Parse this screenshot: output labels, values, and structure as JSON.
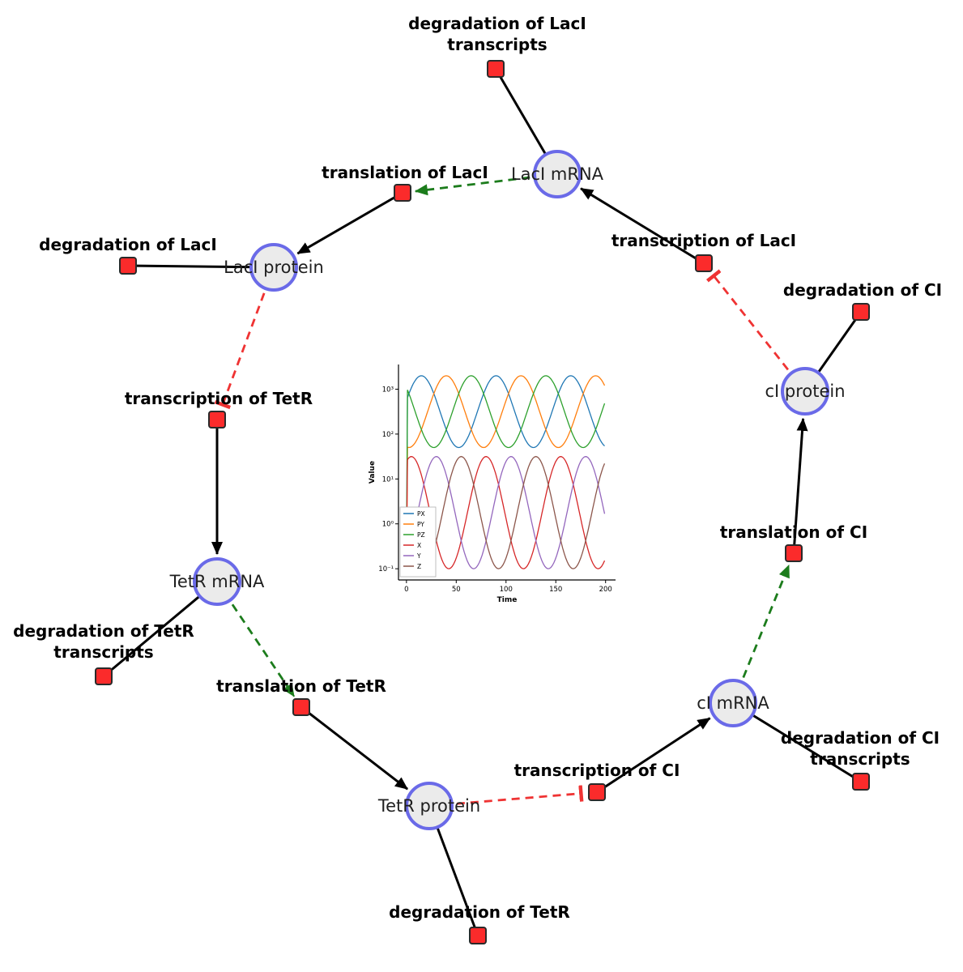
{
  "network": {
    "species_nodes": [
      {
        "id": "laci_mrna",
        "label": "LacI mRNA"
      },
      {
        "id": "laci_protein",
        "label": "LacI protein"
      },
      {
        "id": "ci_protein",
        "label": "cI protein"
      },
      {
        "id": "tetr_mrna",
        "label": "TetR mRNA"
      },
      {
        "id": "ci_mrna",
        "label": "cI mRNA"
      },
      {
        "id": "tetr_protein",
        "label": "TetR protein"
      }
    ],
    "reaction_nodes": [
      {
        "id": "deg_laci_tx",
        "label": "degradation of LacI transcripts"
      },
      {
        "id": "transl_laci",
        "label": "translation of LacI"
      },
      {
        "id": "txn_laci",
        "label": "transcription of LacI"
      },
      {
        "id": "deg_laci",
        "label": "degradation of LacI"
      },
      {
        "id": "deg_ci",
        "label": "degradation of CI"
      },
      {
        "id": "txn_tetr",
        "label": "transcription of TetR"
      },
      {
        "id": "transl_ci",
        "label": "translation of CI"
      },
      {
        "id": "deg_tetr_tx",
        "label": "degradation of TetR transcripts"
      },
      {
        "id": "transl_tetr",
        "label": "translation of TetR"
      },
      {
        "id": "deg_ci_tx",
        "label": "degradation of CI transcripts"
      },
      {
        "id": "txn_ci",
        "label": "transcription of CI"
      },
      {
        "id": "deg_tetr",
        "label": "degradation of TetR"
      }
    ],
    "edges": [
      {
        "from": "laci_mrna",
        "to": "deg_laci_tx",
        "type": "reactant"
      },
      {
        "from": "txn_laci",
        "to": "laci_mrna",
        "type": "product"
      },
      {
        "from": "laci_mrna",
        "to": "transl_laci",
        "type": "modifier"
      },
      {
        "from": "transl_laci",
        "to": "laci_protein",
        "type": "product"
      },
      {
        "from": "laci_protein",
        "to": "deg_laci",
        "type": "reactant"
      },
      {
        "from": "laci_protein",
        "to": "txn_tetr",
        "type": "inhibition"
      },
      {
        "from": "txn_tetr",
        "to": "tetr_mrna",
        "type": "product"
      },
      {
        "from": "tetr_mrna",
        "to": "deg_tetr_tx",
        "type": "reactant"
      },
      {
        "from": "tetr_mrna",
        "to": "transl_tetr",
        "type": "modifier"
      },
      {
        "from": "transl_tetr",
        "to": "tetr_protein",
        "type": "product"
      },
      {
        "from": "tetr_protein",
        "to": "deg_tetr",
        "type": "reactant"
      },
      {
        "from": "tetr_protein",
        "to": "txn_ci",
        "type": "inhibition"
      },
      {
        "from": "txn_ci",
        "to": "ci_mrna",
        "type": "product"
      },
      {
        "from": "ci_mrna",
        "to": "deg_ci_tx",
        "type": "reactant"
      },
      {
        "from": "ci_mrna",
        "to": "transl_ci",
        "type": "modifier"
      },
      {
        "from": "transl_ci",
        "to": "ci_protein",
        "type": "product"
      },
      {
        "from": "ci_protein",
        "to": "deg_ci",
        "type": "reactant"
      },
      {
        "from": "ci_protein",
        "to": "txn_laci",
        "type": "inhibition"
      }
    ],
    "colors": {
      "species_fill": "#ebebeb",
      "species_stroke": "#6a6ae8",
      "reaction_fill": "#fb2b2b",
      "reaction_stroke": "#2a2a2a",
      "product_edge": "#000000",
      "modifier_edge": "#1c7c1c",
      "inhibition_edge": "#ef3333"
    }
  },
  "chart_data": {
    "type": "line",
    "title": "",
    "xlabel": "Time",
    "ylabel": "Value",
    "yscale": "log",
    "xlim": [
      -8,
      210
    ],
    "t_range": [
      0,
      200
    ],
    "x_ticks": [
      0,
      50,
      100,
      150,
      200
    ],
    "y_ticks": [
      {
        "value": -1,
        "label": "10⁻¹"
      },
      {
        "value": 0,
        "label": "10⁰"
      },
      {
        "value": 1,
        "label": "10¹"
      },
      {
        "value": 2,
        "label": "10²"
      },
      {
        "value": 3,
        "label": "10³"
      }
    ],
    "ylim_log": [
      -1.25,
      3.55
    ],
    "legend_position": "center-left",
    "series": [
      {
        "name": "PX",
        "color": "#1f77b4",
        "log_center": 2.5,
        "log_amplitude": 0.8,
        "period": 75,
        "peak_time": 15,
        "start_log": -1.1
      },
      {
        "name": "PY",
        "color": "#ff7f0e",
        "log_center": 2.5,
        "log_amplitude": 0.8,
        "period": 75,
        "peak_time": 40,
        "start_log": -1.1
      },
      {
        "name": "PZ",
        "color": "#2ca02c",
        "log_center": 2.5,
        "log_amplitude": 0.8,
        "period": 75,
        "peak_time": 65,
        "start_log": -1.1
      },
      {
        "name": "X",
        "color": "#d62728",
        "log_center": 0.25,
        "log_amplitude": 1.25,
        "period": 75,
        "peak_time": 5,
        "start_log": -1.1
      },
      {
        "name": "Y",
        "color": "#9467bd",
        "log_center": 0.25,
        "log_amplitude": 1.25,
        "period": 75,
        "peak_time": 30,
        "start_log": -1.1
      },
      {
        "name": "Z",
        "color": "#8c564b",
        "log_center": 0.25,
        "log_amplitude": 1.25,
        "period": 75,
        "peak_time": 55,
        "start_log": -1.1
      }
    ]
  }
}
